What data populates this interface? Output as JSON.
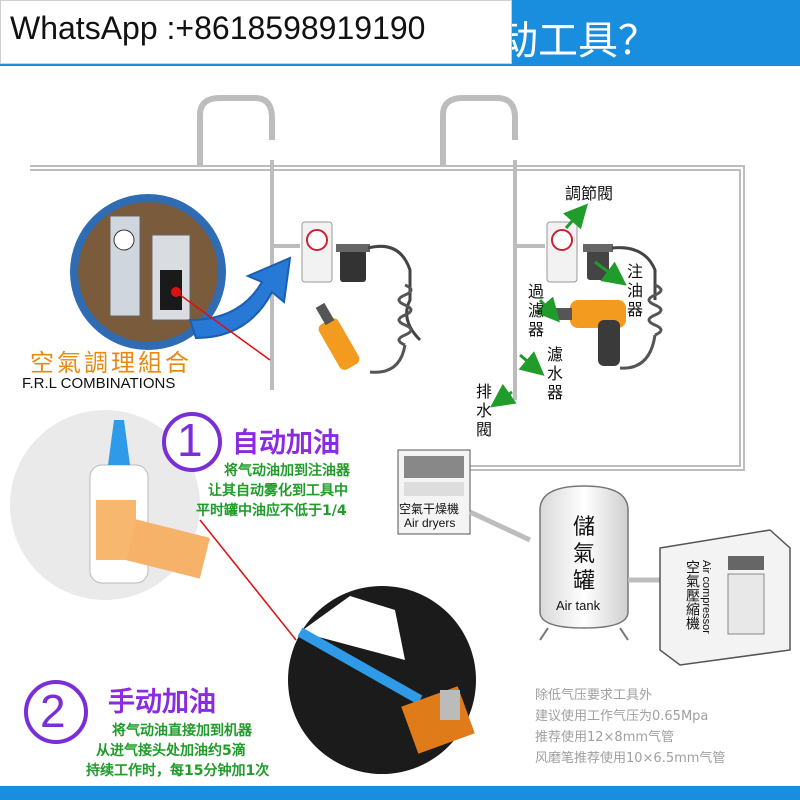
{
  "header": {
    "title_visible": "动工具？",
    "whatsapp": "WhatsApp :+8618598919190"
  },
  "colors": {
    "header_blue": "#1a8ede",
    "orange": "#e88a10",
    "purple": "#8a2be2",
    "green": "#1f9c2a",
    "gray_note": "#a0a0a0",
    "red_line": "#e01010"
  },
  "frl": {
    "title_cn": "空氣調理組合",
    "title_en": "F.R.L COMBINATIONS"
  },
  "labels": {
    "regulator": "調節閥",
    "lubricator": "注油器",
    "filter": "過濾器",
    "water_filter": "濾水器",
    "drain": "排水閥"
  },
  "dryer": {
    "label_cn": "空氣干燥機",
    "label_en": "Air dryers"
  },
  "tank": {
    "label_cn": "儲氣罐",
    "label_en": "Air tank"
  },
  "compressor": {
    "label_en": "Air compressor",
    "label_cn": "空氣壓縮機"
  },
  "method1": {
    "number": "1",
    "title": "自动加油",
    "lines": [
      "将气动油加到注油器",
      "让其自动雾化到工具中",
      "平时罐中油应不低于1/4"
    ]
  },
  "method2": {
    "number": "2",
    "title": "手动加油",
    "lines": [
      "将气动油直接加到机器",
      "从进气接头处加油约5滴",
      "持续工作时，每15分钟加1次"
    ]
  },
  "notes": {
    "lines": [
      "除低气压要求工具外",
      "建议使用工作气压为0.65Mpa",
      "推荐使用12×8mm气管",
      "风磨笔推荐使用10×6.5mm气管"
    ]
  },
  "icons": {
    "arrow": "curved-blue-arrow-icon",
    "green_arrow": "green-pointer-arrow-icon"
  }
}
